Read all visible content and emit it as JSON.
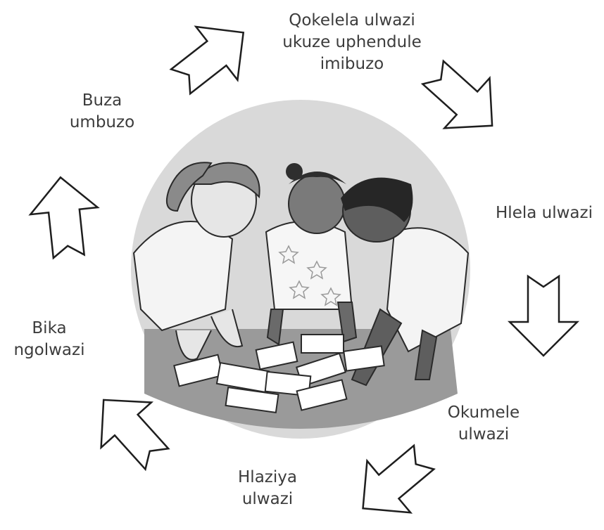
{
  "steps": {
    "gather": {
      "line1": "Qokelela ulwazi",
      "line2": "ukuze uphendule",
      "line3": "imibuzo"
    },
    "ask": {
      "line1": "Buza",
      "line2": "umbuzo"
    },
    "organise": {
      "line1": "Hlela ulwazi"
    },
    "summarise": {
      "line1": "Okumele",
      "line2": "ulwazi"
    },
    "analyse": {
      "line1": "Hlaziya",
      "line2": "ulwazi"
    },
    "present": {
      "line1": "Bika",
      "line2": "ngolwazi"
    }
  },
  "colors": {
    "circle": "#d9d9d9",
    "arrow_stroke": "#1e1e1e",
    "arrow_fill": "#ffffff",
    "text": "#3c3c3c"
  },
  "illustration": {
    "description_icons": [
      "child-left",
      "child-middle",
      "child-right",
      "picture-cards"
    ]
  }
}
